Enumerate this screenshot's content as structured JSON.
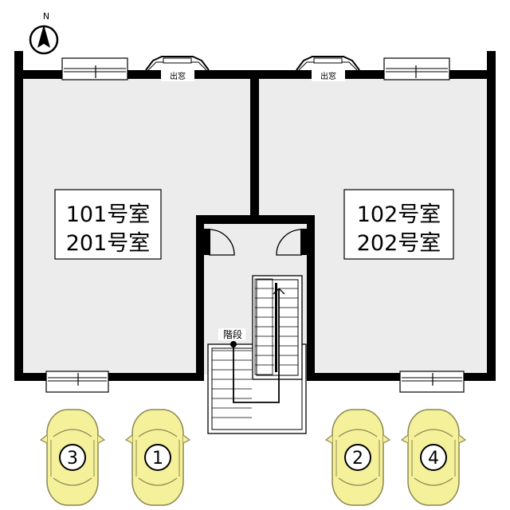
{
  "compass": {
    "label": "N"
  },
  "units": [
    {
      "id": "left",
      "line1": "101号室",
      "line2": "201号室"
    },
    {
      "id": "right",
      "line1": "102号室",
      "line2": "202号室"
    }
  ],
  "bay_windows": [
    {
      "label": "出窓"
    },
    {
      "label": "出窓"
    }
  ],
  "stairs": {
    "label": "階段"
  },
  "parking": [
    {
      "number": "3"
    },
    {
      "number": "1"
    },
    {
      "number": "2"
    },
    {
      "number": "4"
    }
  ],
  "colors": {
    "wall": "#000000",
    "room_fill": "#ececec",
    "car_fill": "#f5f09a",
    "car_stroke": "#8a8850"
  }
}
